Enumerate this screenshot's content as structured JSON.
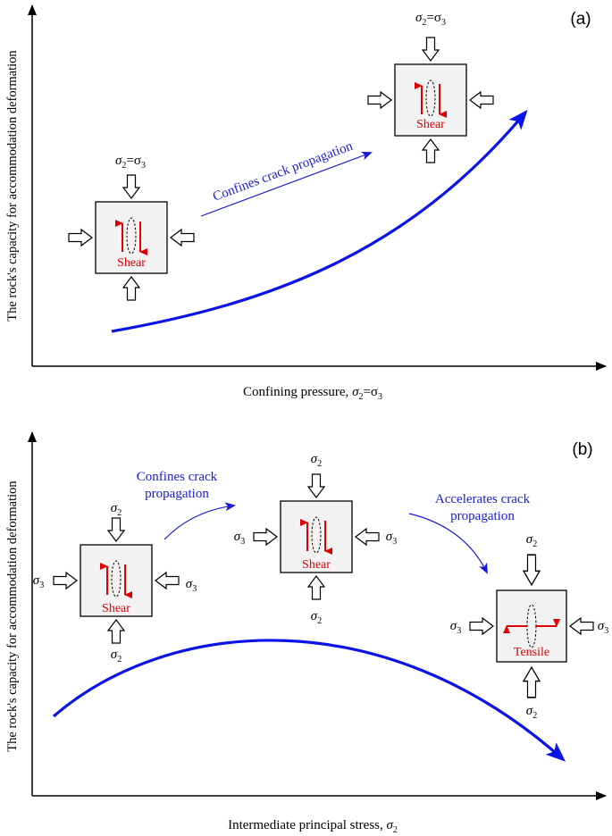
{
  "panel_a": {
    "label": "(a)",
    "y_axis_label": "The rock's capacity for accommodation deformation",
    "x_axis_label": "Confining pressure,",
    "x_axis_symbol": "σ",
    "x_axis_sub1": "2",
    "x_axis_eq": "=σ",
    "x_axis_sub2": "3",
    "arrow_annotation": "Confines crack propagation",
    "elements": [
      {
        "stress_symbol": "σ",
        "sub1": "2",
        "eq": "=σ",
        "sub2": "3",
        "failure_label": "Shear"
      },
      {
        "stress_symbol": "σ",
        "sub1": "2",
        "eq": "=σ",
        "sub2": "3",
        "failure_label": "Shear"
      }
    ]
  },
  "panel_b": {
    "label": "(b)",
    "y_axis_label": "The rock's capacity for accommodation deformation",
    "x_axis_label": "Intermediate principal stress,",
    "x_axis_symbol": "σ",
    "x_axis_sub": "2",
    "annotation_1_line1": "Confines crack",
    "annotation_1_line2": "propagation",
    "annotation_2_line1": "Accelerates crack",
    "annotation_2_line2": "propagation",
    "elements": [
      {
        "sigma2": "σ",
        "sigma2_sub": "2",
        "sigma3": "σ",
        "sigma3_sub": "3",
        "failure_label": "Shear"
      },
      {
        "sigma2": "σ",
        "sigma2_sub": "2",
        "sigma3": "σ",
        "sigma3_sub": "3",
        "failure_label": "Shear"
      },
      {
        "sigma2": "σ",
        "sigma2_sub": "2",
        "sigma3": "σ",
        "sigma3_sub": "3",
        "failure_label": "Tensile"
      }
    ]
  },
  "colors": {
    "curve": "#0a14e6",
    "annotation": "#1a1ad6",
    "failure": "#e00000",
    "axis": "#000000",
    "element_fill": "#f2f2f2"
  }
}
